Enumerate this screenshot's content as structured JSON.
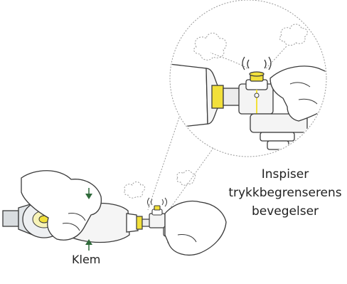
{
  "instruction": {
    "line1": "Inspiser",
    "line2": "trykkbegrenserens",
    "line3": "bevegelser"
  },
  "squeeze_label": "Klem",
  "colors": {
    "outline": "#3a3a3a",
    "valve_yellow": "#f2e03a",
    "skin": "#ffffff",
    "mask_grey": "#d9dde0",
    "bag_shade": "#e6e6e6",
    "arrow_green": "#2f6a3a"
  },
  "icons": [
    "magnifier-circle-icon",
    "hand-icon",
    "air-puff-icon",
    "sound-wave-icon",
    "arrow-down-icon",
    "arrow-up-icon"
  ]
}
